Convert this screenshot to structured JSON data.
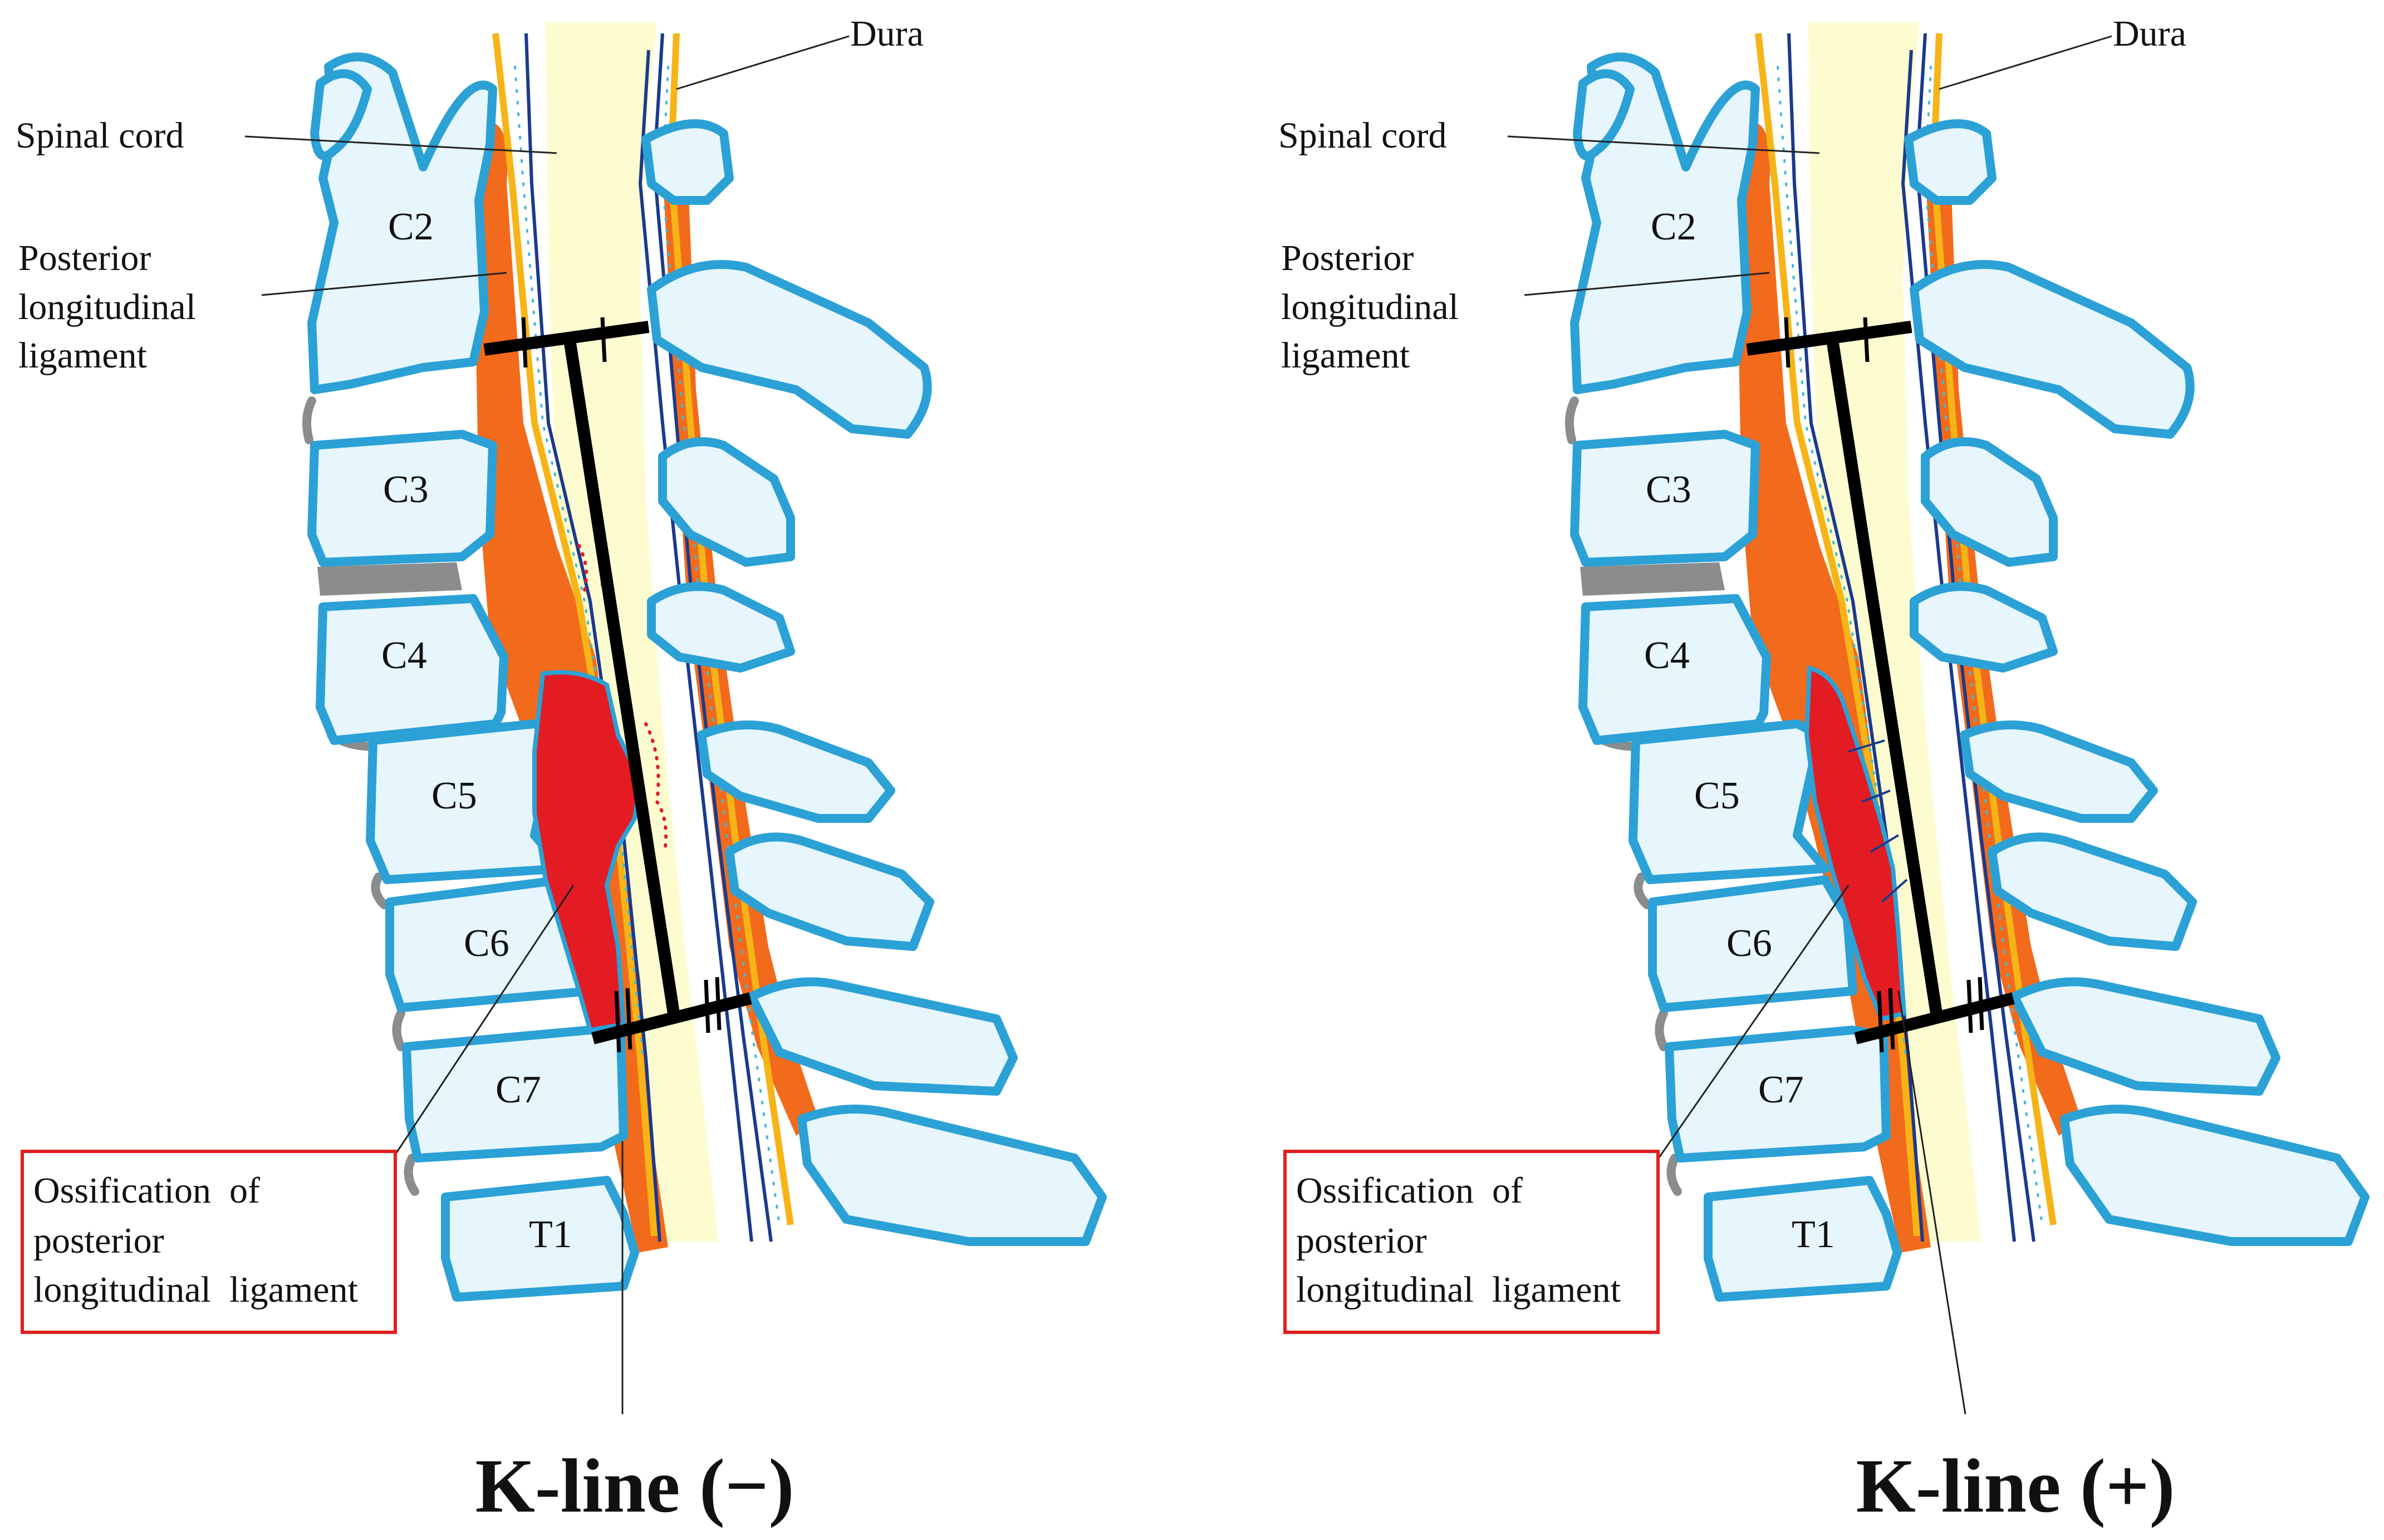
{
  "labels": {
    "dura": "Dura",
    "spinal_cord": "Spinal cord",
    "pll_line1": "Posterior",
    "pll_line2": "longitudinal",
    "pll_line3": "ligament",
    "opll_line1": "Ossification  of",
    "opll_line2": "posterior",
    "opll_line3": "longitudinal  ligament"
  },
  "vertebrae": [
    "C2",
    "C3",
    "C4",
    "C5",
    "C6",
    "C7",
    "T1"
  ],
  "panels": [
    {
      "title": "K-line (−)",
      "k_line_status": "negative"
    },
    {
      "title": "K-line (+)",
      "k_line_status": "positive"
    }
  ],
  "colors": {
    "bone_fill": "#e6f6fc",
    "bone_outline": "#2ba1d6",
    "spinal_cord": "#fdfcd0",
    "ligament": "#f26a1b",
    "dura": "#f6b417",
    "opll": "#e31b23",
    "disc": "#8a8c8e",
    "k_line": "#000000"
  }
}
